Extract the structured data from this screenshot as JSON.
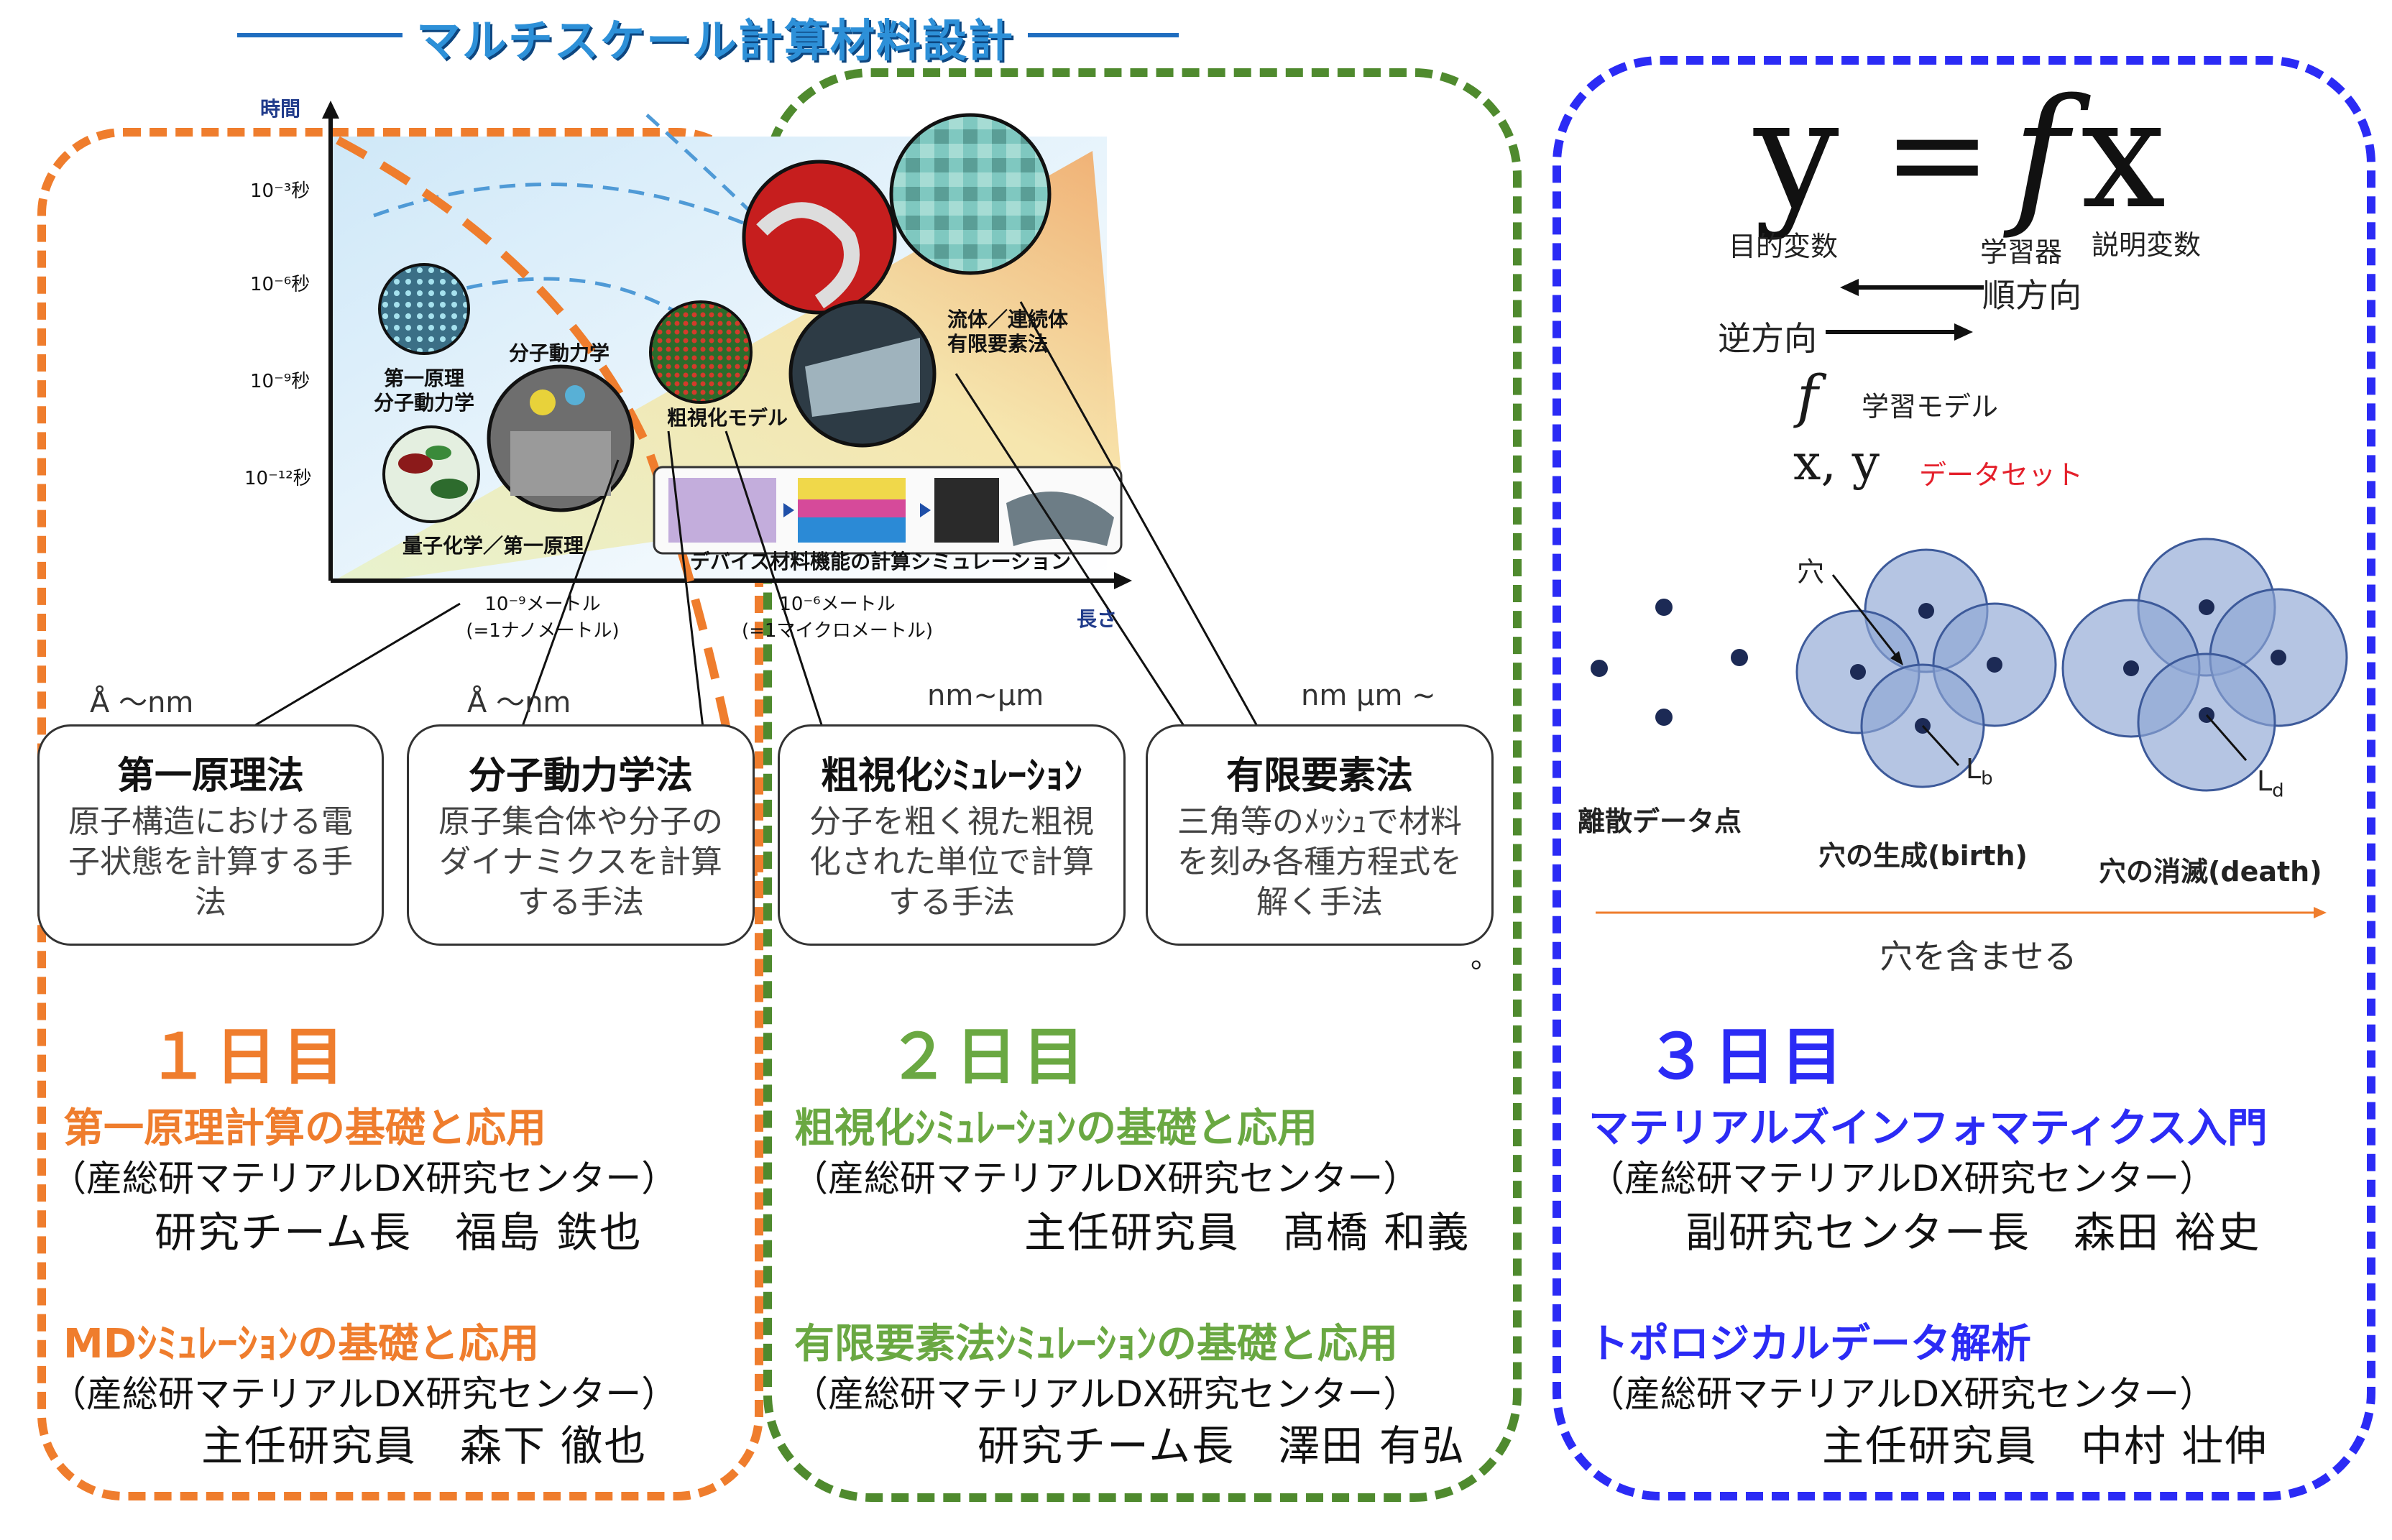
{
  "banner": {
    "title": "マルチスケール計算材料設計"
  },
  "scale_chart": {
    "y_axis": "時間",
    "x_axis": "長さ",
    "time_ticks": [
      "10⁻³秒",
      "10⁻⁶秒",
      "10⁻⁹秒",
      "10⁻¹²秒"
    ],
    "length_ticks": [
      "10⁻⁹メートル\n(=1ナノメートル)",
      "10⁻⁶メートル\n(=1マイクロメートル)"
    ],
    "labels": {
      "first_principles_md": "第一原理\n分子動力学",
      "md": "分子動力学",
      "coarse": "粗視化モデル",
      "fluid": "流体／連続体\n有限要素法",
      "quantum": "量子化学／第一原理",
      "device": "デバイス材料機能の計算シミュレーション"
    }
  },
  "methods": [
    {
      "scale": "Å 〜nm",
      "title": "第一原理法",
      "desc": "原子構造における電子状態を計算する手法"
    },
    {
      "scale": "Å 〜nm",
      "title": "分子動力学法",
      "desc": "原子集合体や分子のダイナミクスを計算する手法"
    },
    {
      "scale": "nm~µm",
      "title": "粗視化ｼﾐｭﾚｰｼｮﾝ",
      "desc": "分子を粗く視た粗視化された単位で計算する手法"
    },
    {
      "scale": "nm µm ~",
      "title": "有限要素法",
      "desc": "三角等のﾒｯｼｭで材料を刻み各種方程式を解く手法"
    }
  ],
  "footnote_mark": "。",
  "formula": {
    "lhs": "y",
    "eq": "=",
    "f": "f",
    "x": "x",
    "target_var": "目的変数",
    "learner": "学習器",
    "explanatory_var": "説明変数",
    "forward": "順方向",
    "inverse": "逆方向",
    "f_symbol": "f",
    "f_label": "学習モデル",
    "xy_symbol": "x, y",
    "xy_label": "データセット"
  },
  "topology": {
    "discrete": "離散データ点",
    "hole": "穴",
    "birth": "穴の生成(birth)",
    "death": "穴の消滅(death)",
    "lb": "L",
    "lb_sub": "b",
    "ld": "L",
    "ld_sub": "d",
    "arrow_caption": "穴を含ませる"
  },
  "days": [
    {
      "day": "１日目",
      "color": "#ef7d2d",
      "courses": [
        {
          "title": "第一原理計算の基礎と応用",
          "org": "（産総研マテリアルDX研究センター）",
          "lecturer": "研究チーム長　福島 鉄也"
        },
        {
          "title": "MDｼﾐｭﾚｰｼｮﾝの基礎と応用",
          "org": "（産総研マテリアルDX研究センター）",
          "lecturer": "主任研究員　森下 徹也"
        }
      ]
    },
    {
      "day": "２日目",
      "color": "#6aa842",
      "courses": [
        {
          "title": "粗視化ｼﾐｭﾚｰｼｮﾝの基礎と応用",
          "org": "（産総研マテリアルDX研究センター）",
          "lecturer": "主任研究員　髙橋 和義"
        },
        {
          "title": "有限要素法ｼﾐｭﾚｰｼｮﾝの基礎と応用",
          "org": "（産総研マテリアルDX研究センター）",
          "lecturer": "研究チーム長　澤田 有弘"
        }
      ]
    },
    {
      "day": "３日目",
      "color": "#2b2bf5",
      "courses": [
        {
          "title": "マテリアルズインフォマティクス入門",
          "org": "（産総研マテリアルDX研究センター）",
          "lecturer": "副研究センター長　森田 裕史"
        },
        {
          "title": "トポロジカルデータ解析",
          "org": "（産総研マテリアルDX研究センター）",
          "lecturer": "主任研究員　中村 壮伸"
        }
      ]
    }
  ]
}
